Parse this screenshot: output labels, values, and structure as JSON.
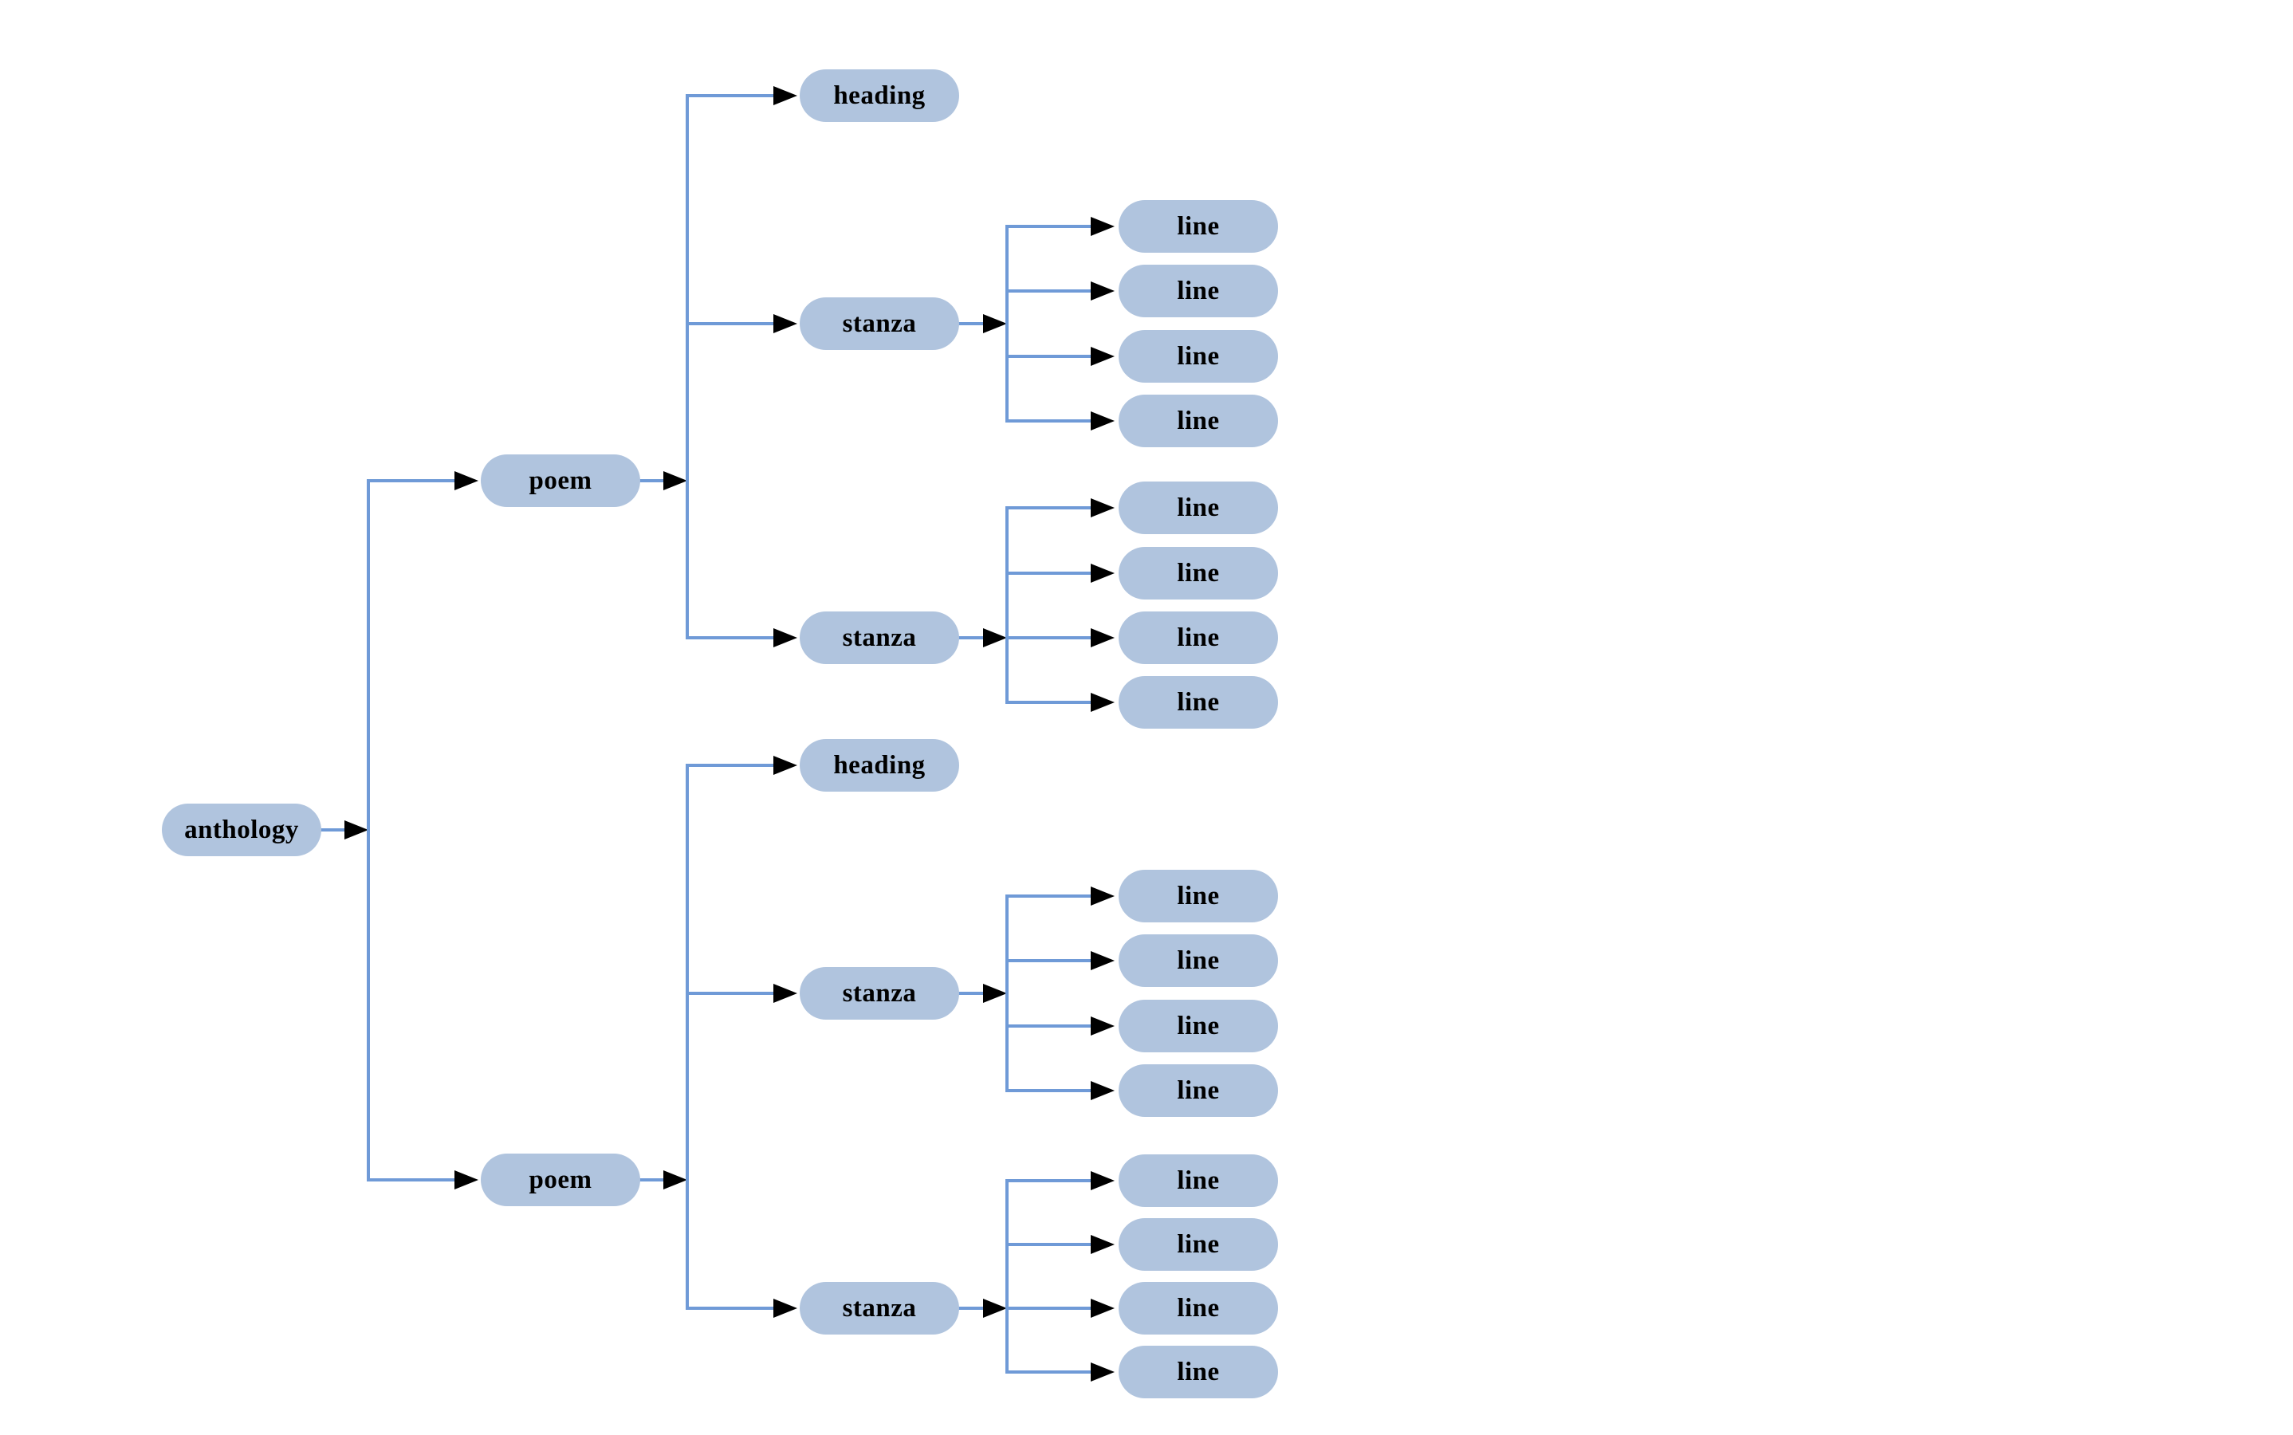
{
  "diagram": {
    "type": "tree",
    "orientation": "left-to-right",
    "colors": {
      "background": "#ffffff",
      "node_fill": "#b0c4de",
      "edge_line": "#6f9ad7",
      "arrowhead": "#000000",
      "label_text": "#000000"
    },
    "nodes": {
      "anthology": {
        "label": "anthology"
      },
      "poem_1": {
        "label": "poem"
      },
      "poem_2": {
        "label": "poem"
      },
      "heading_1": {
        "label": "heading"
      },
      "heading_2": {
        "label": "heading"
      },
      "stanza_1": {
        "label": "stanza"
      },
      "stanza_2": {
        "label": "stanza"
      },
      "stanza_3": {
        "label": "stanza"
      },
      "stanza_4": {
        "label": "stanza"
      },
      "line_1": {
        "label": "line"
      },
      "line_2": {
        "label": "line"
      },
      "line_3": {
        "label": "line"
      },
      "line_4": {
        "label": "line"
      },
      "line_5": {
        "label": "line"
      },
      "line_6": {
        "label": "line"
      },
      "line_7": {
        "label": "line"
      },
      "line_8": {
        "label": "line"
      },
      "line_9": {
        "label": "line"
      },
      "line_10": {
        "label": "line"
      },
      "line_11": {
        "label": "line"
      },
      "line_12": {
        "label": "line"
      },
      "line_13": {
        "label": "line"
      },
      "line_14": {
        "label": "line"
      },
      "line_15": {
        "label": "line"
      },
      "line_16": {
        "label": "line"
      }
    },
    "hierarchy": {
      "label": "anthology",
      "children": [
        {
          "label": "poem",
          "children": [
            {
              "label": "heading",
              "children": []
            },
            {
              "label": "stanza",
              "children": [
                {
                  "label": "line"
                },
                {
                  "label": "line"
                },
                {
                  "label": "line"
                },
                {
                  "label": "line"
                }
              ]
            },
            {
              "label": "stanza",
              "children": [
                {
                  "label": "line"
                },
                {
                  "label": "line"
                },
                {
                  "label": "line"
                },
                {
                  "label": "line"
                }
              ]
            }
          ]
        },
        {
          "label": "poem",
          "children": [
            {
              "label": "heading",
              "children": []
            },
            {
              "label": "stanza",
              "children": [
                {
                  "label": "line"
                },
                {
                  "label": "line"
                },
                {
                  "label": "line"
                },
                {
                  "label": "line"
                }
              ]
            },
            {
              "label": "stanza",
              "children": [
                {
                  "label": "line"
                },
                {
                  "label": "line"
                },
                {
                  "label": "line"
                },
                {
                  "label": "line"
                }
              ]
            }
          ]
        }
      ]
    }
  }
}
